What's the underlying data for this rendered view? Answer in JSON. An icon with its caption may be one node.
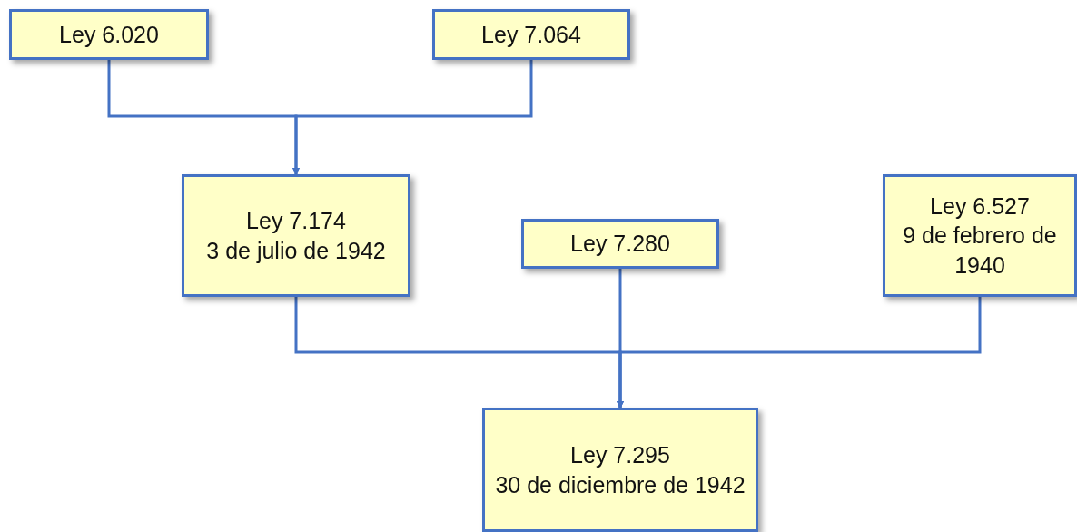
{
  "diagram": {
    "nodes": [
      {
        "text": [
          "Ley 6.020"
        ]
      },
      {
        "text": [
          "Ley 7.064"
        ]
      },
      {
        "text": [
          "Ley 7.174",
          "3 de julio de 1942"
        ]
      },
      {
        "text": [
          "Ley 7.280"
        ]
      },
      {
        "text": [
          "Ley 6.527",
          "9 de febrero de 1940"
        ]
      },
      {
        "text": [
          "Ley 7.295",
          "30 de diciembre de 1942"
        ]
      }
    ],
    "edges": [
      {
        "from": 0,
        "to": 2,
        "arrow": "to"
      },
      {
        "from": 1,
        "to": 2,
        "arrow": "to"
      },
      {
        "from": 2,
        "to": 5,
        "arrow": "to"
      },
      {
        "from": 3,
        "to": 5,
        "arrow": "to"
      },
      {
        "from": 4,
        "to": 5,
        "arrow": "to"
      }
    ]
  }
}
